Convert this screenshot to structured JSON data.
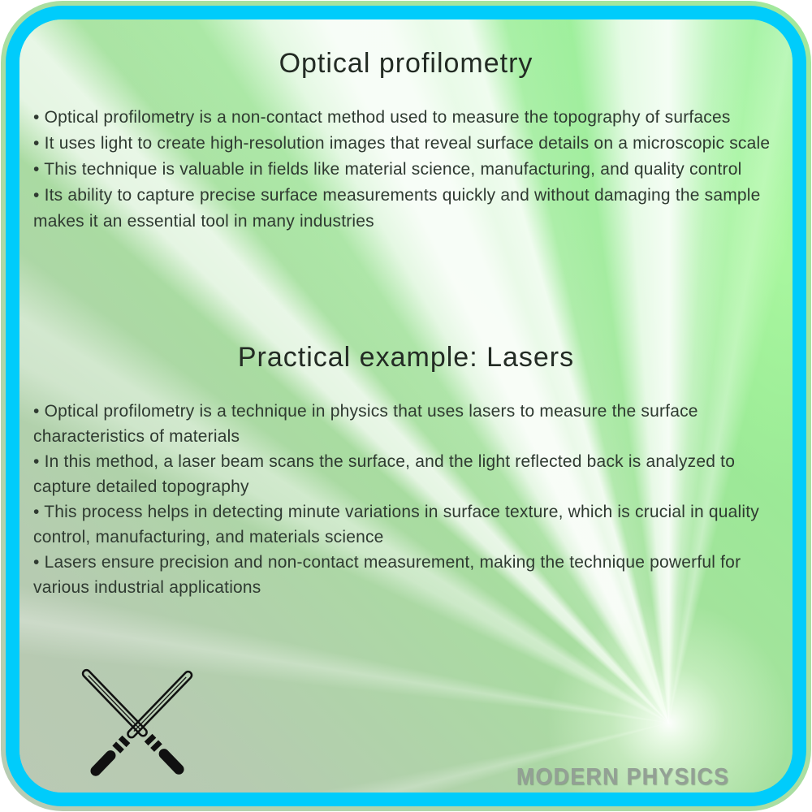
{
  "slide": {
    "title": "Optical profilometry",
    "intro_bullets": [
      "• Optical profilometry is a non-contact method used to measure the topography of surfaces",
      "• It uses light to create high-resolution images that reveal surface details on a microscopic scale",
      "• This technique is valuable in fields like material science, manufacturing, and quality control",
      "• Its ability to capture precise surface measurements quickly and without damaging the sample makes it an essential tool in many industries"
    ],
    "example_title": "Practical example: Lasers",
    "example_bullets": [
      "• Optical profilometry is a technique in physics that uses lasers to measure the surface characteristics of materials",
      "• In this method, a laser beam scans the surface, and the light reflected back is analyzed to capture detailed topography",
      "• This process helps in detecting minute variations in surface texture, which is crucial in quality control, manufacturing, and materials science",
      "• Lasers ensure precision and non-contact measurement, making the technique powerful for various industrial applications"
    ],
    "watermark": "MODERN PHYSICS",
    "footer_icon": "crossed-lightsabers-icon",
    "colors": {
      "border_blue": "#00CCFB",
      "rim_green": "#A6E59D",
      "beam_green_bright": "#8DF18D",
      "base_gray_green": "#B9CBB4",
      "text_dark": "#2F3A31",
      "watermark_gray": "#93A095"
    }
  }
}
